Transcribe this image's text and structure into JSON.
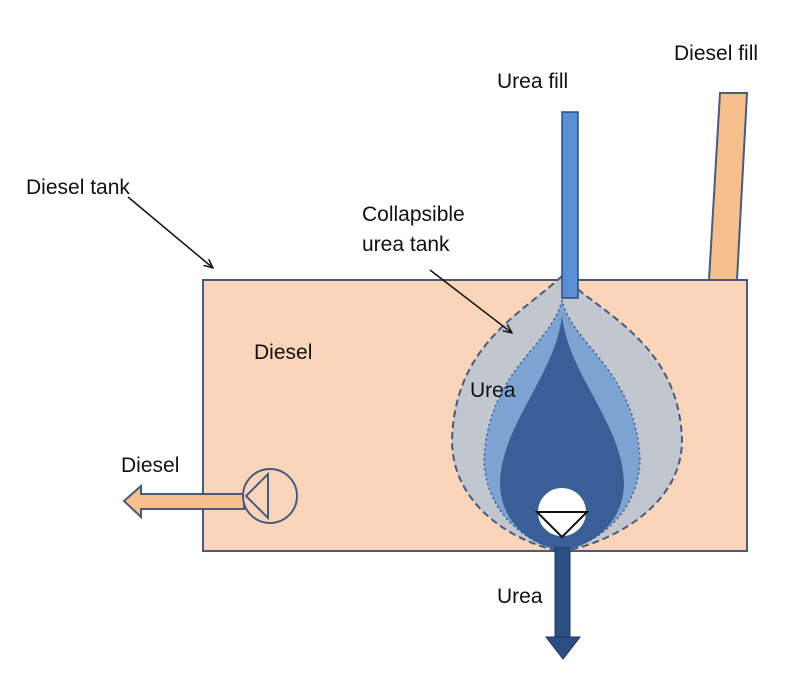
{
  "labels": {
    "diesel_fill": "Diesel fill",
    "urea_fill": "Urea fill",
    "diesel_tank": "Diesel tank",
    "collapsible_line1": "Collapsible",
    "collapsible_line2": "urea tank",
    "diesel_inside": "Diesel",
    "urea_inside": "Urea",
    "diesel_outlet": "Diesel",
    "urea_outlet": "Urea"
  },
  "colors": {
    "diesel": "#fad5b9",
    "diesel_pipe": "#f6c08e",
    "outline": "#4a5a7c",
    "urea_bag": "#c1c6cf",
    "urea_mid": "#7da3d3",
    "urea_dark": "#3a5f96",
    "urea_fill_pipe": "#5b8fd5",
    "urea_outlet": "#2b4f80"
  }
}
